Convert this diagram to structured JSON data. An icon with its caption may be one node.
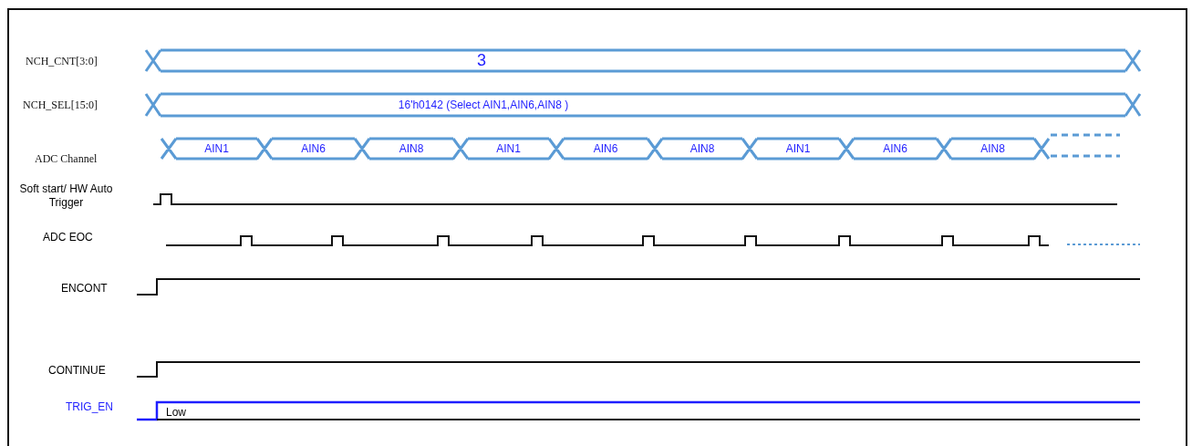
{
  "diagram": {
    "labels": [
      "NCH_CNT[3:0]",
      "3",
      "NCH_SEL[15:0]",
      "16'h0142 (Select AIN1,AIN6,AIN8 )",
      "ADC Channel",
      "AIN1",
      "AIN6",
      "AIN8",
      "AIN1",
      "AIN6",
      "AIN8",
      "AIN1",
      "AIN6",
      "AIN8",
      "Soft start/ HW Auto Trigger",
      "ADC EOC",
      "ENCONT",
      "CONTINUE",
      "TRIG_EN",
      "Low"
    ]
  }
}
